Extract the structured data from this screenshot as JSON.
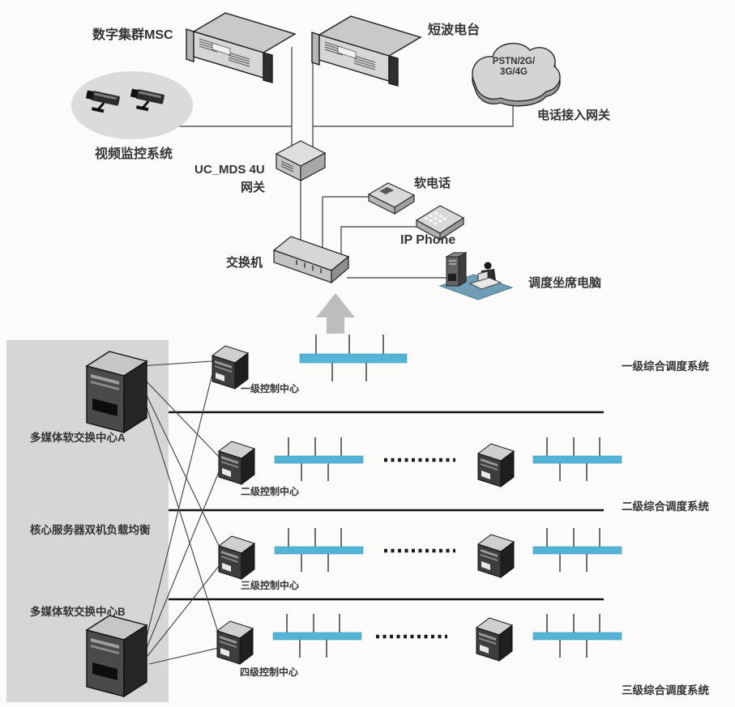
{
  "labels": {
    "digital_trunking_msc": "数字集群MSC",
    "shortwave_radio": "短波电台",
    "cloud_line1": "PSTN/2G/",
    "cloud_line2": "3G/4G",
    "phone_access_gateway": "电话接入网关",
    "video_surveillance": "视频监控系统",
    "gateway_name": "UC_MDS 4U",
    "gateway_word": "网关",
    "softphone": "软电话",
    "ip_phone": "IP Phone",
    "switch": "交换机",
    "dispatch_seat_pc": "调度坐席电脑",
    "softswitch_center_a": "多媒体软交换中心A",
    "core_server_load_balance": "核心服务器双机负载均衡",
    "softswitch_center_b": "多媒体软交换中心B"
  },
  "control_centers": [
    "一级控制中心",
    "二级控制中心",
    "三级控制中心",
    "四级控制中心"
  ],
  "dispatch_systems": [
    "一级综合调度系统",
    "二级综合调度系统",
    "三级综合调度系统"
  ],
  "colors": {
    "bus": "#54b4d6",
    "panel": "#d8d6d4",
    "mat": "#6f9db6",
    "arrow": "#bdbdbd",
    "background": "#fcfbfa"
  }
}
